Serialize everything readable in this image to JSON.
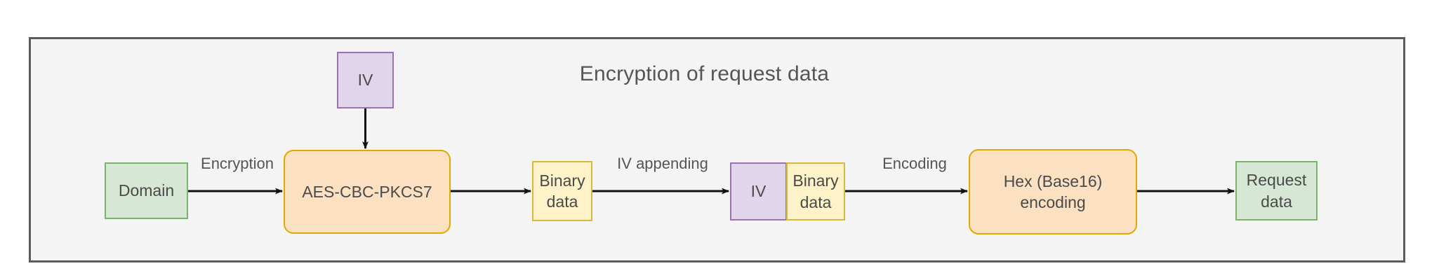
{
  "diagram": {
    "title": "Encryption of request data",
    "background_color": "#f4f4f4",
    "border_color": "#5c5c5c",
    "nodes": [
      {
        "id": "domain",
        "label": "Domain",
        "shape": "rect",
        "fill": "#d6e8d5",
        "stroke": "#7cb36a"
      },
      {
        "id": "iv_top",
        "label": "IV",
        "shape": "rect",
        "fill": "#e1d5ec",
        "stroke": "#9b72b0"
      },
      {
        "id": "aes",
        "label": "AES-CBC-PKCS7",
        "shape": "rounded-rect",
        "fill": "#fce0c2",
        "stroke": "#e0a800"
      },
      {
        "id": "binary",
        "label": "Binary\ndata",
        "shape": "rect",
        "fill": "#fdf2c8",
        "stroke": "#d9b93c"
      },
      {
        "id": "iv_part",
        "label": "IV",
        "shape": "rect",
        "fill": "#e1d5ec",
        "stroke": "#9b72b0"
      },
      {
        "id": "binary_part",
        "label": "Binary\ndata",
        "shape": "rect",
        "fill": "#fdf2c8",
        "stroke": "#d9b93c"
      },
      {
        "id": "hex",
        "label": "Hex (Base16)\nencoding",
        "shape": "rounded-rect",
        "fill": "#fce0c2",
        "stroke": "#e0a800"
      },
      {
        "id": "request",
        "label": "Request\ndata",
        "shape": "rect",
        "fill": "#d6e8d5",
        "stroke": "#7cb36a"
      }
    ],
    "edges": [
      {
        "id": "domain_to_aes",
        "from": "domain",
        "to": "aes",
        "label": "Encryption"
      },
      {
        "id": "iv_to_aes",
        "from": "iv_top",
        "to": "aes",
        "label": ""
      },
      {
        "id": "aes_to_binary",
        "from": "aes",
        "to": "binary",
        "label": ""
      },
      {
        "id": "binary_to_ivbinary",
        "from": "binary",
        "to": "iv_part",
        "label": "IV appending"
      },
      {
        "id": "ivbinary_to_hex",
        "from": "binary_part",
        "to": "hex",
        "label": "Encoding"
      },
      {
        "id": "hex_to_request",
        "from": "hex",
        "to": "request",
        "label": ""
      }
    ]
  }
}
